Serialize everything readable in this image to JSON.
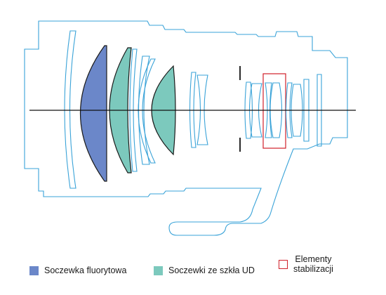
{
  "colors": {
    "outline": "#3aa3d8",
    "fluorite": "#6b87c9",
    "ud_glass": "#7cc9bd",
    "stabilization": "#d0202a",
    "axis": "#111111"
  },
  "legend": {
    "fluorite": "Soczewka fluorytowa",
    "ud": "Soczewki ze szkła UD",
    "stabilization_line1": "Elementy",
    "stabilization_line2": "stabilizacji"
  }
}
